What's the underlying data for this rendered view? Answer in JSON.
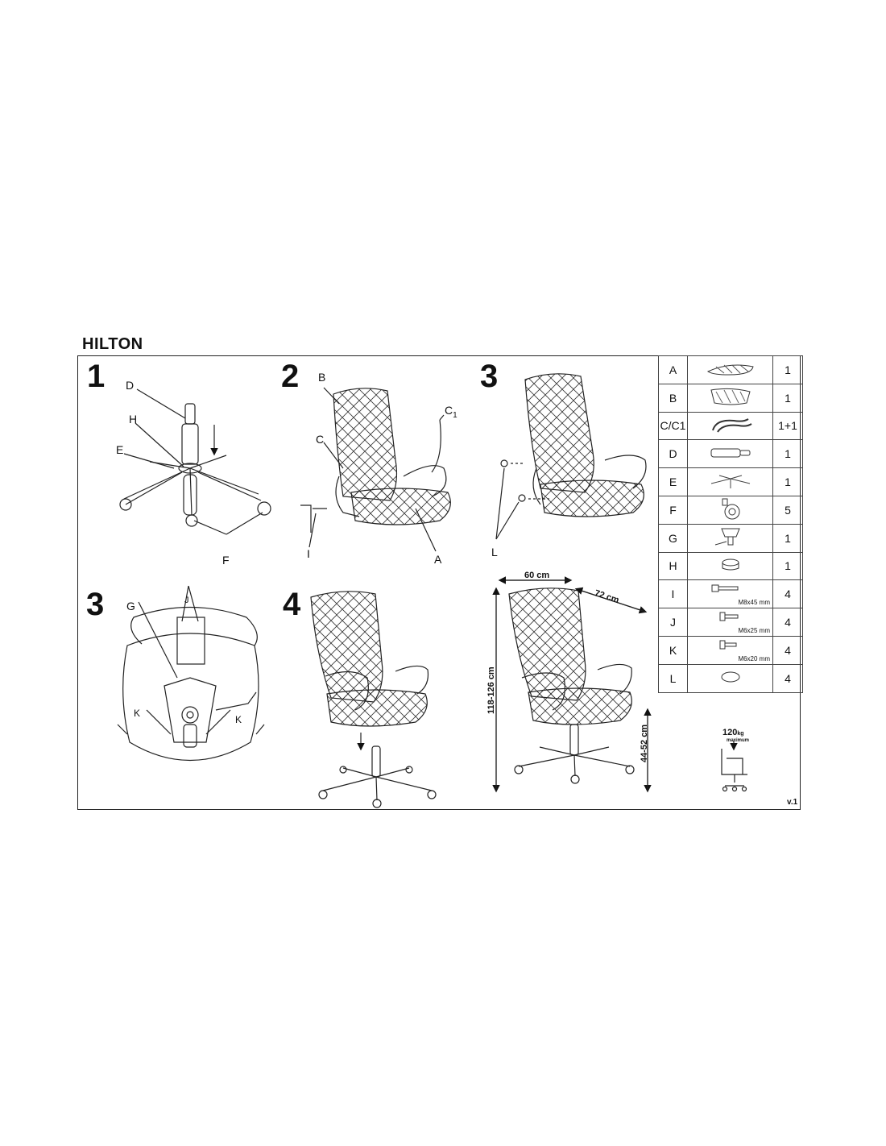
{
  "title": "HILTON",
  "version": "v.1",
  "steps": {
    "s1": "1",
    "s2": "2",
    "s3a": "3",
    "s3b": "3",
    "s4": "4"
  },
  "callouts": {
    "step1": [
      "D",
      "H",
      "E",
      "F"
    ],
    "step2": [
      "B",
      "C",
      "C",
      "1",
      "I",
      "A"
    ],
    "step3": [
      "L"
    ],
    "step3b": [
      "G",
      "J",
      "K",
      "K"
    ]
  },
  "dimensions": {
    "width": "60 cm",
    "depth": "72 cm",
    "height": "118-126 cm",
    "seat_height": "44-52 cm"
  },
  "max_load": {
    "value": "120",
    "unit": "kg",
    "note": "maximum"
  },
  "parts": [
    {
      "id": "A",
      "icon": "seat-icon",
      "qty": "1",
      "spec": ""
    },
    {
      "id": "B",
      "icon": "backrest-icon",
      "qty": "1",
      "spec": ""
    },
    {
      "id": "C/C1",
      "icon": "armrests-icon",
      "qty": "1+1",
      "spec": ""
    },
    {
      "id": "D",
      "icon": "gas-lift-icon",
      "qty": "1",
      "spec": ""
    },
    {
      "id": "E",
      "icon": "star-base-icon",
      "qty": "1",
      "spec": ""
    },
    {
      "id": "F",
      "icon": "caster-icon",
      "qty": "5",
      "spec": ""
    },
    {
      "id": "G",
      "icon": "mechanism-icon",
      "qty": "1",
      "spec": ""
    },
    {
      "id": "H",
      "icon": "cover-icon",
      "qty": "1",
      "spec": ""
    },
    {
      "id": "I",
      "icon": "bolt-icon",
      "qty": "4",
      "spec": "M8x45 mm"
    },
    {
      "id": "J",
      "icon": "screw-icon",
      "qty": "4",
      "spec": "M6x25 mm"
    },
    {
      "id": "K",
      "icon": "screw-icon",
      "qty": "4",
      "spec": "M6x20 mm"
    },
    {
      "id": "L",
      "icon": "cap-icon",
      "qty": "4",
      "spec": ""
    }
  ]
}
